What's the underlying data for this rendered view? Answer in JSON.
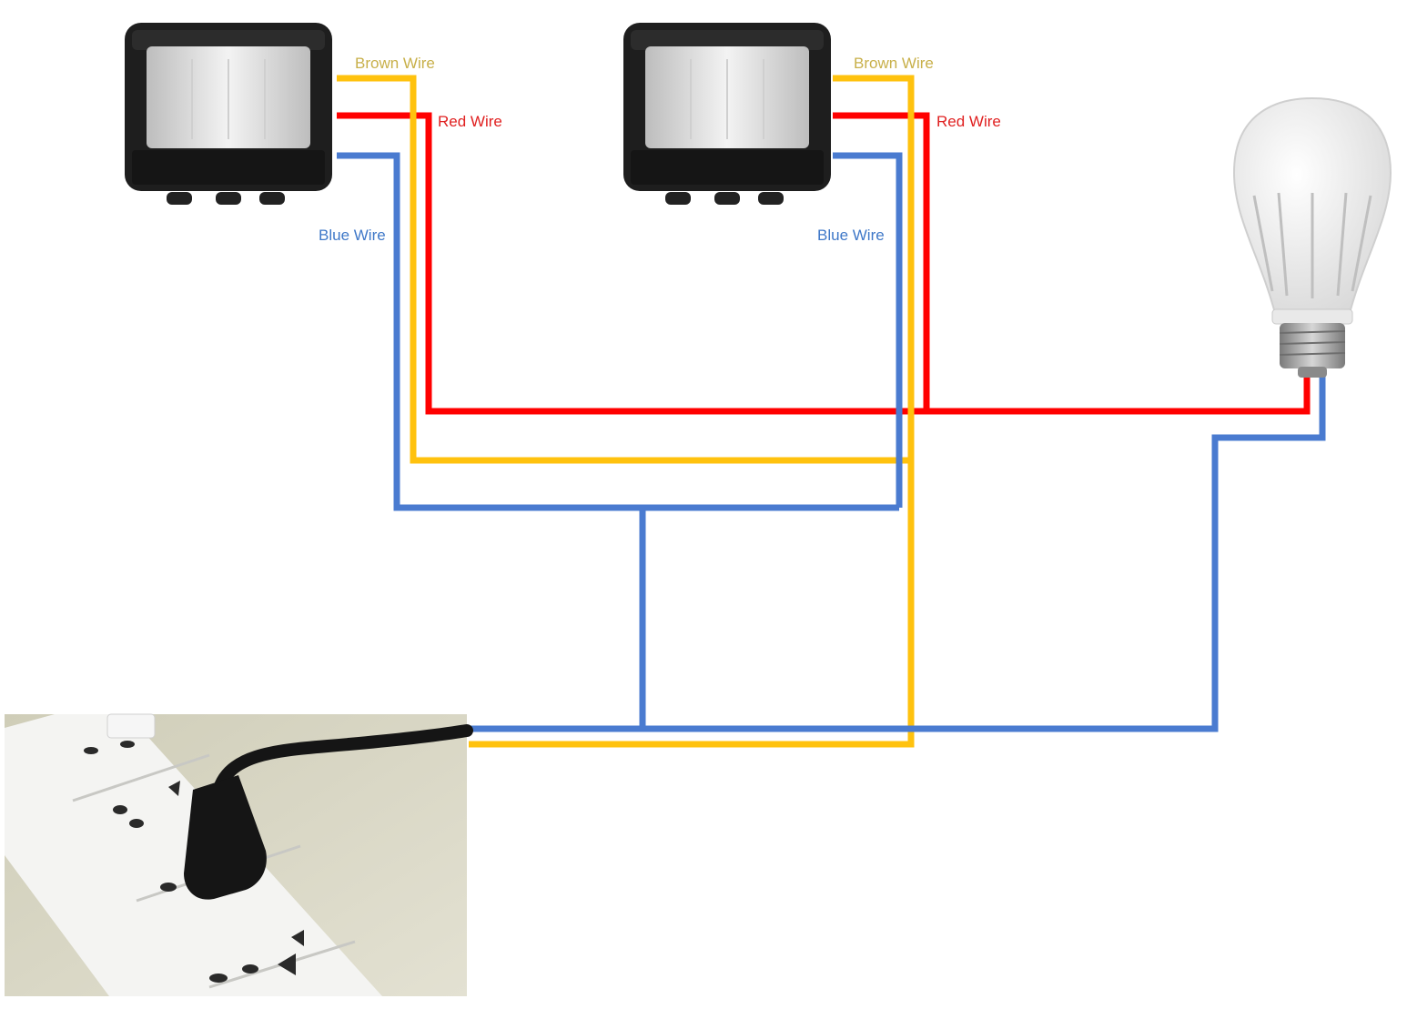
{
  "labels": {
    "brown_wire": "Brown Wire",
    "red_wire": "Red Wire",
    "blue_wire": "Blue Wire"
  },
  "colors": {
    "brown": "#FFC20E",
    "brown_label": "#C8B04A",
    "red": "#FF0000",
    "red_label": "#E02020",
    "blue": "#4A7BD0",
    "blue_label": "#3F78C8",
    "sensor_body": "#1E1E1E",
    "sensor_lens": "#E4E4E4",
    "bulb_glass": "#F2F2F2",
    "bulb_base": "#9A9A9A",
    "power_strip": "#F4F4F2",
    "wall": "#D8D6C4"
  },
  "components": {
    "sensor_1": "motion-sensor",
    "sensor_2": "motion-sensor",
    "bulb": "light-bulb",
    "outlet": "power-strip-with-plug"
  }
}
